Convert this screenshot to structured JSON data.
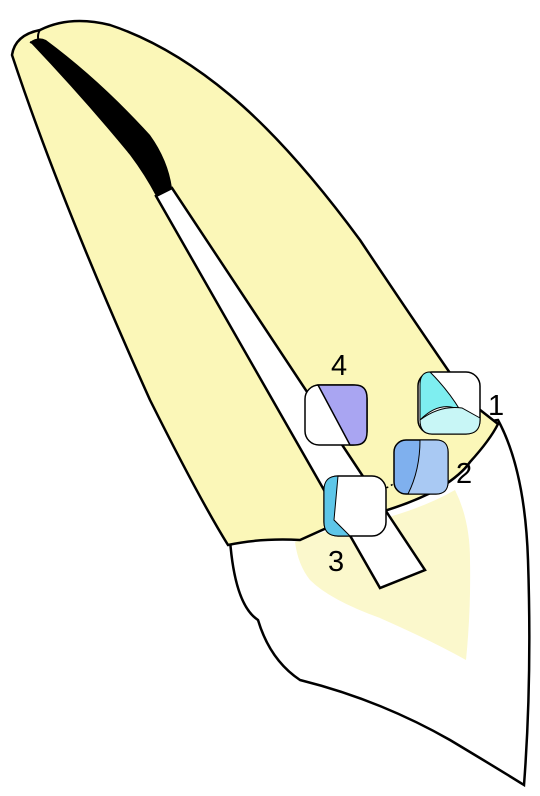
{
  "labels": {
    "site1": "1",
    "site2": "2",
    "site3": "3",
    "site4": "4"
  },
  "colors": {
    "background": "#ffffff",
    "root": "#fbf7b8",
    "crown_tint": "#fbf8cc",
    "canal": "#000000",
    "outline": "#000000",
    "site1": "#7eeef0",
    "site2": "#7fb0ee",
    "site3": "#5ec6e8",
    "site4": "#a9a5f2"
  }
}
